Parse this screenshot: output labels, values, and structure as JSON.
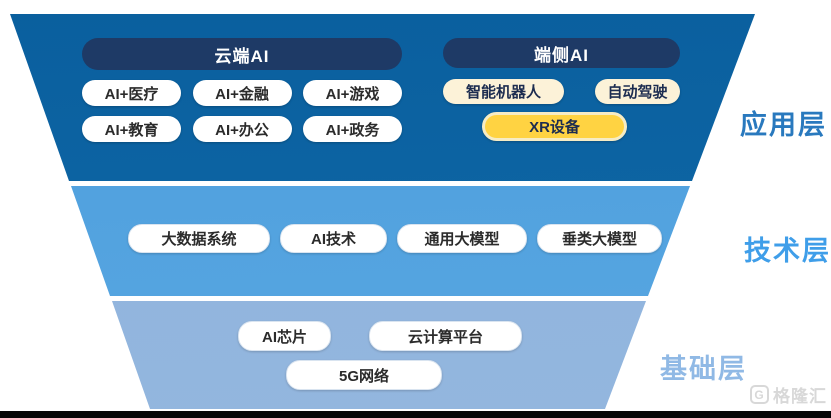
{
  "layers": [
    {
      "label": "应用层",
      "groups": [
        {
          "header": "云端AI",
          "items": [
            "AI+医疗",
            "AI+金融",
            "AI+游戏",
            "AI+教育",
            "AI+办公",
            "AI+政务"
          ]
        },
        {
          "header": "端侧AI",
          "items": [
            "智能机器人",
            "自动驾驶",
            "XR设备"
          ]
        }
      ]
    },
    {
      "label": "技术层",
      "items": [
        "大数据系统",
        "AI技术",
        "通用大模型",
        "垂类大模型"
      ]
    },
    {
      "label": "基础层",
      "items": [
        "AI芯片",
        "云计算平台",
        "5G网络"
      ]
    }
  ],
  "watermark": {
    "logo_letter": "G",
    "logo_text": "格隆汇"
  },
  "colors": {
    "app_layer_bg": "#0d66a5",
    "tech_layer_bg": "#4d9fdd",
    "base_layer_bg": "#8fb3dc",
    "header_pill_bg": "#1e3a66",
    "cream_pill_bg": "#fcf2d8",
    "xr_pill_bg": "#ffd342",
    "xr_pill_border": "#f6ecc5",
    "app_label_color": "#2979be",
    "tech_label_color": "#3f9ee9",
    "base_label_color": "#90b9e5"
  }
}
